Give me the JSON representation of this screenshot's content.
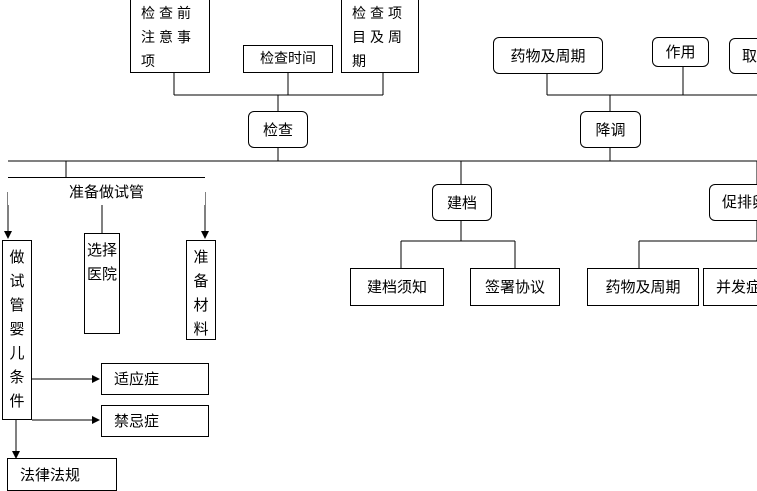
{
  "nodes": {
    "pre_exam_notes": "检查前注意事项",
    "exam_time": "检查时间",
    "exam_items_cycle": "检查项目及周期",
    "exam": "检查",
    "drug_cycle_top": "药物及周期",
    "effect": "作用",
    "retrieve_partial": "取",
    "downregulation": "降调",
    "prepare_ivf": "准备做试管",
    "file_creation": "建档",
    "promote_partial": "促排卵",
    "ivf_conditions": "做试管婴儿条件",
    "choose_hospital": "选择医院",
    "prepare_materials": "准备材料",
    "file_notice": "建档须知",
    "sign_agreement": "签署协议",
    "drug_cycle_bottom": "药物及周期",
    "complication_partial": "并发症",
    "indications": "适应症",
    "contraindications": "禁忌症",
    "laws": "法律法规"
  },
  "colors": {
    "line": "#000000",
    "background": "#ffffff"
  }
}
